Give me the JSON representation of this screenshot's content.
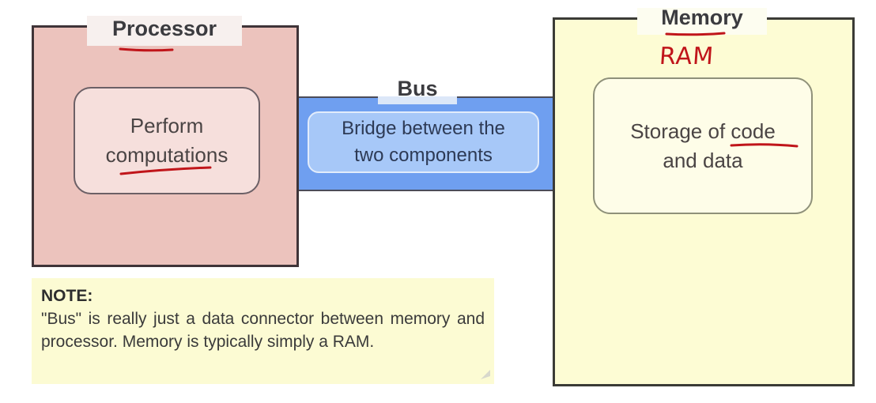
{
  "diagram": {
    "processor": {
      "title": "Processor",
      "description_line1": "Perform",
      "description_line2": "computations",
      "fill_color": "#ecc3bd"
    },
    "bus": {
      "title": "Bus",
      "description_line1": "Bridge between the",
      "description_line2": "two components",
      "fill_color": "#6f9ff0"
    },
    "memory": {
      "title": "Memory",
      "annotation": "RAM",
      "description_line1": "Storage of code",
      "description_line2": "and data",
      "fill_color": "#fdfcd4"
    },
    "note": {
      "heading": "NOTE:",
      "body": "\"Bus\" is really just a data connector between memory and processor.  Memory is typically simply a RAM."
    },
    "annotation_color": "#c0151a"
  }
}
